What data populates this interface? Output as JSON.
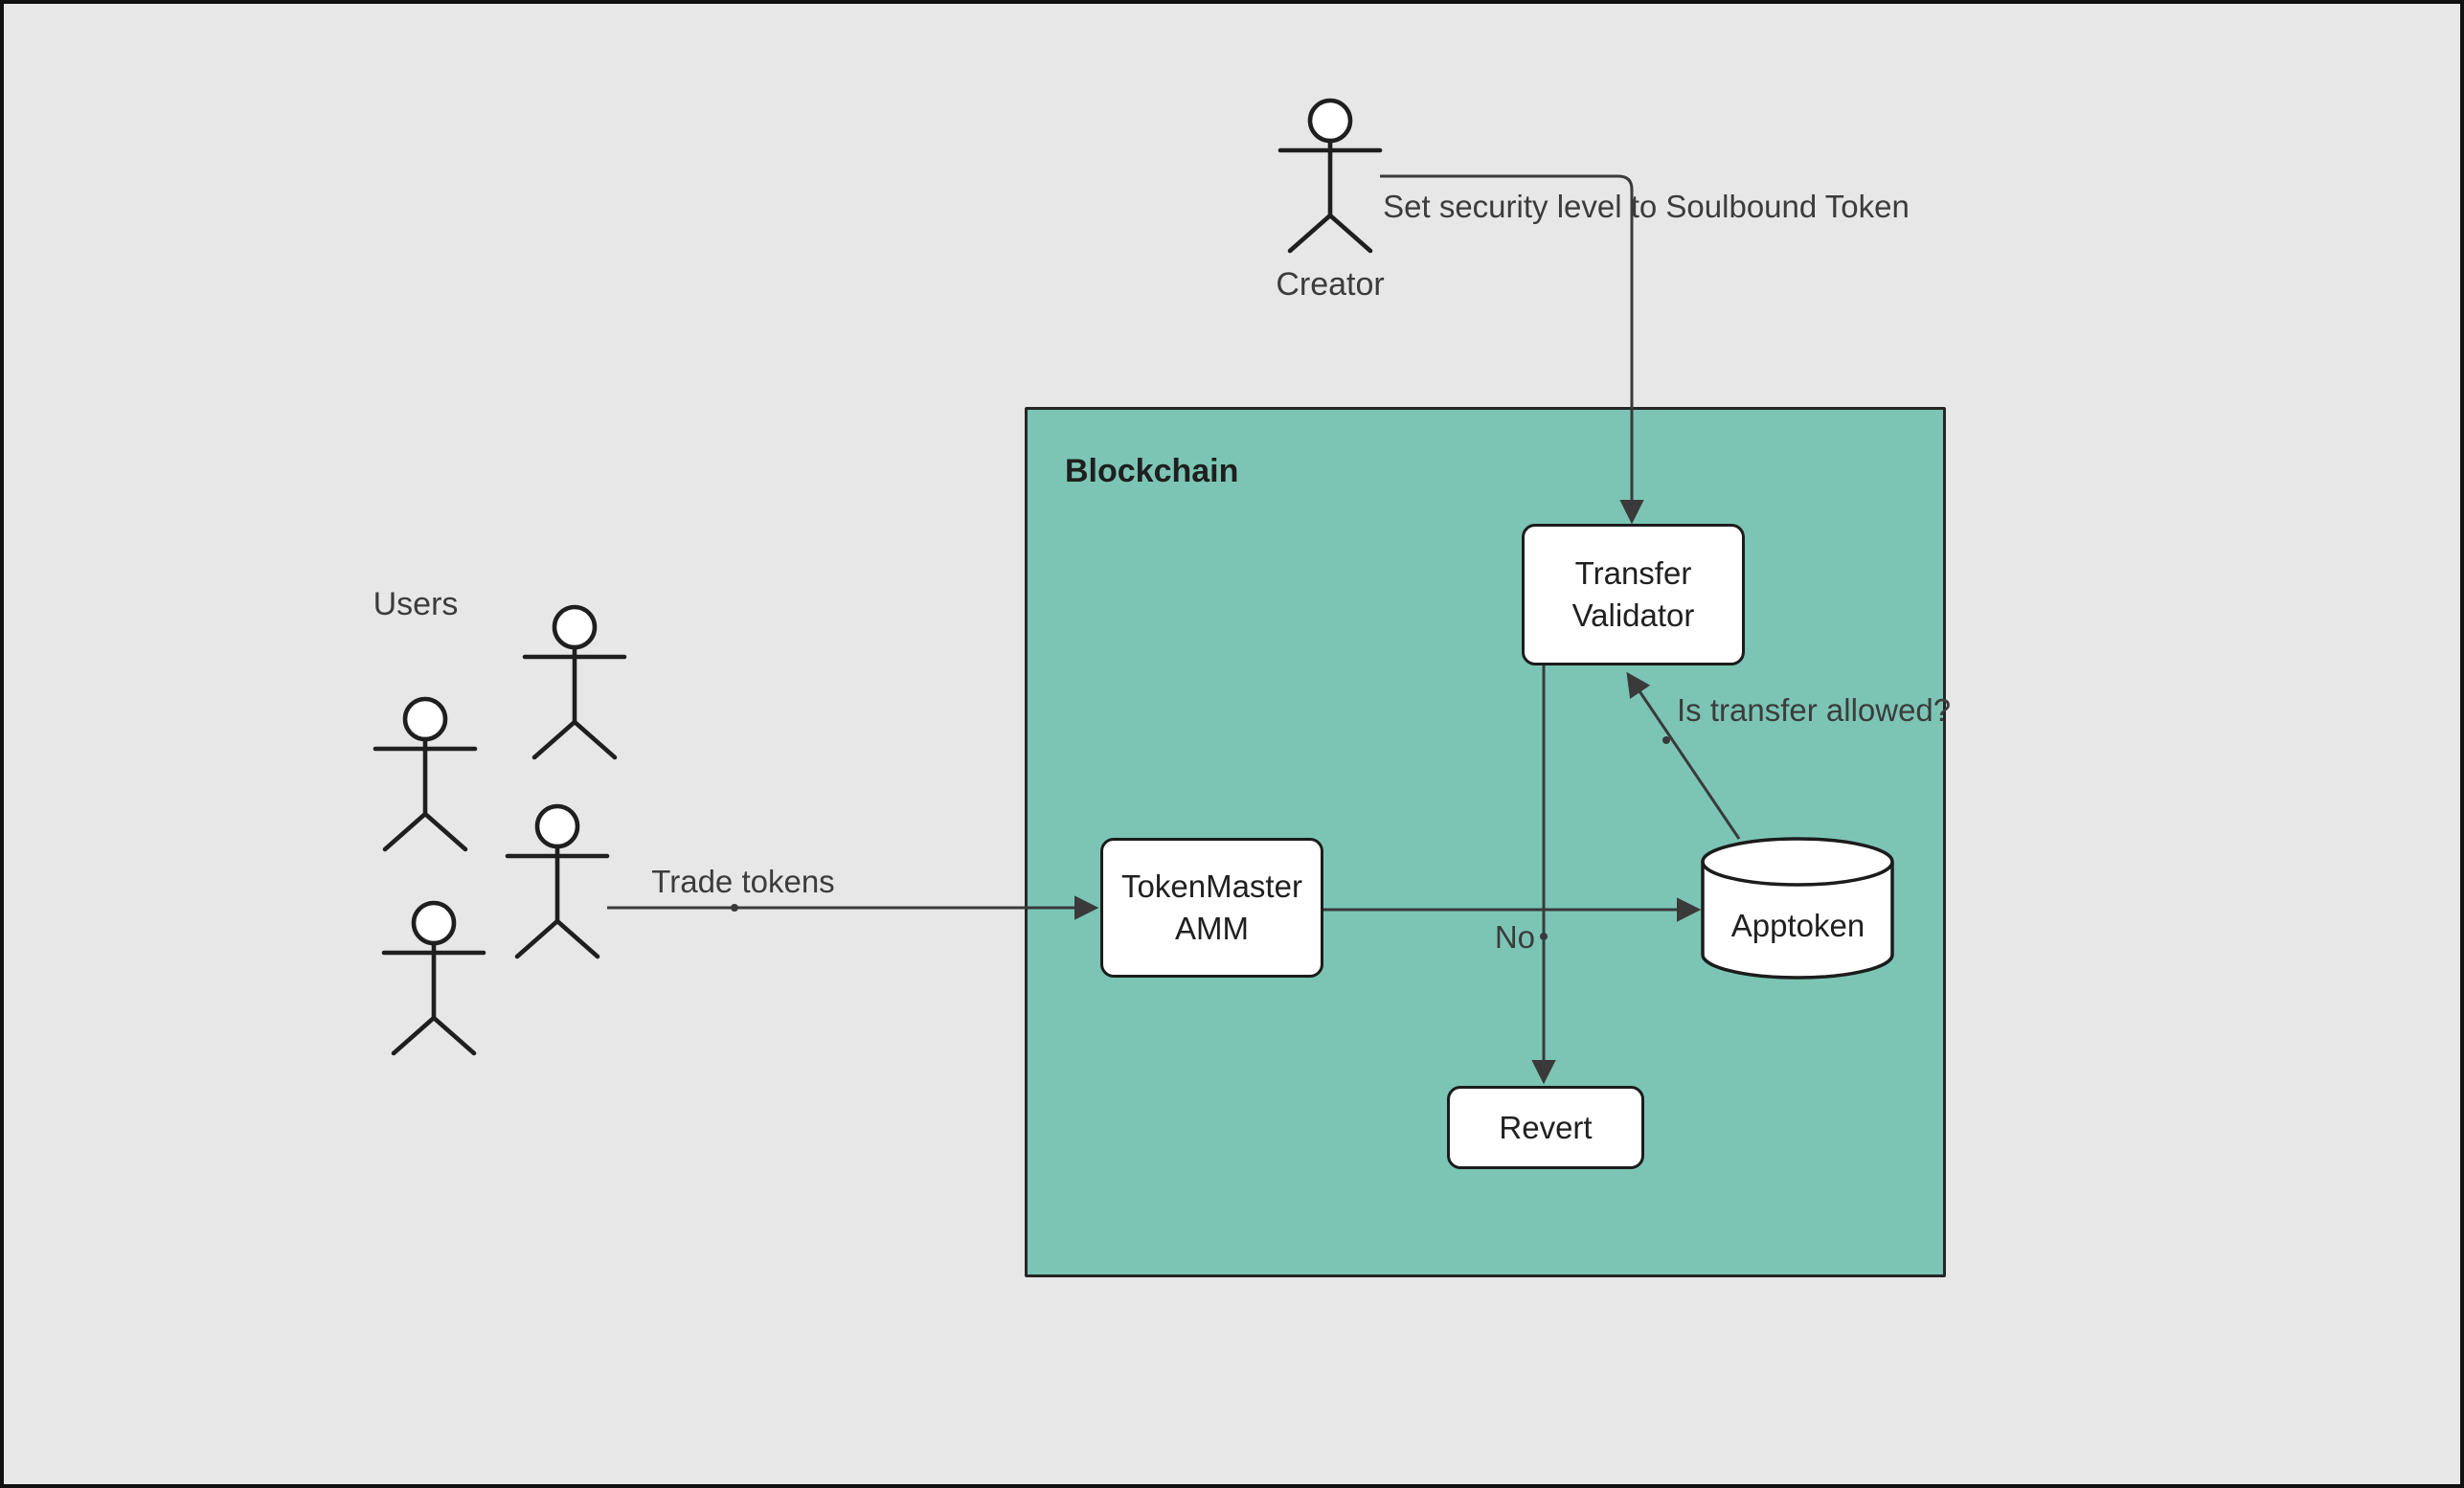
{
  "diagram": {
    "type": "flow-diagram",
    "container": {
      "title": "Blockchain"
    },
    "actors": {
      "creator": {
        "label": "Creator"
      },
      "users": {
        "label": "Users",
        "figure_count": 4
      }
    },
    "nodes": {
      "transfer_validator": {
        "label": "Transfer Validator",
        "shape": "rounded-rect"
      },
      "tokenmaster_amm": {
        "label": "TokenMaster AMM",
        "shape": "rounded-rect"
      },
      "apptoken": {
        "label": "Apptoken",
        "shape": "database-cylinder"
      },
      "revert": {
        "label": "Revert",
        "shape": "rounded-rect"
      }
    },
    "edges": {
      "set_security": {
        "label": "Set security level to Soulbound Token",
        "from": "creator",
        "to": "transfer_validator"
      },
      "trade_tokens": {
        "label": "Trade tokens",
        "from": "users",
        "to": "tokenmaster_amm"
      },
      "amm_to_apptoken": {
        "label": "",
        "from": "tokenmaster_amm",
        "to": "apptoken"
      },
      "is_transfer_allowed": {
        "label": "Is transfer allowed?",
        "from": "apptoken",
        "to": "transfer_validator"
      },
      "no": {
        "label": "No",
        "from": "transfer_validator",
        "to": "revert"
      }
    }
  },
  "colors": {
    "bg": "#e7e7e7",
    "frame": "#111111",
    "container_fill": "#7cc5b5",
    "container_border": "#262626",
    "node_fill": "#ffffff",
    "node_border": "#1c1c1c",
    "edge": "#3a3a3a",
    "label_text": "#3c3c3c",
    "node_text": "#202020",
    "title_text": "#1f1f1f"
  }
}
